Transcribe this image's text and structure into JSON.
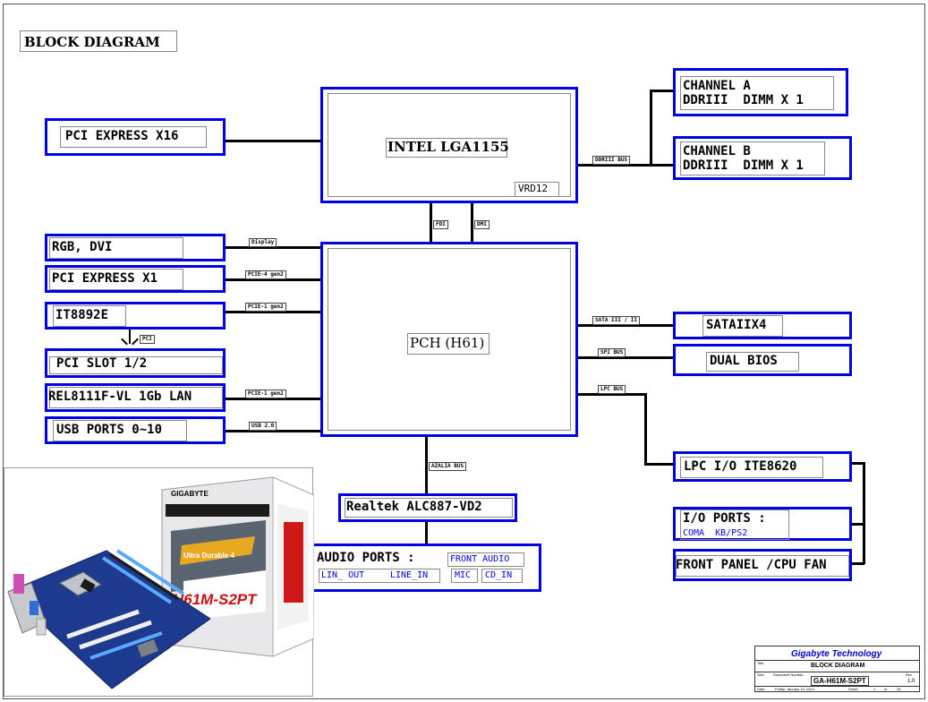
{
  "diagram": {
    "title": "BLOCK DIAGRAM",
    "cpu": {
      "label": "INTEL LGA1155",
      "sub": "VRD12"
    },
    "pch": {
      "label": "PCH (H61)"
    },
    "left_blocks": [
      {
        "key": "pcie16",
        "label": "PCI EXPRESS X16"
      },
      {
        "key": "rgb",
        "label": "RGB, DVI"
      },
      {
        "key": "pcie1",
        "label": "PCI EXPRESS X1"
      },
      {
        "key": "it8892",
        "label": "IT8892E"
      },
      {
        "key": "pcislot",
        "label": "PCI SLOT 1/2"
      },
      {
        "key": "lan",
        "label": "REL8111F-VL 1Gb LAN"
      },
      {
        "key": "usb",
        "label": "USB PORTS 0~10"
      }
    ],
    "right_blocks": {
      "chan_a": [
        "CHANNEL A",
        "DDRIII  DIMM X 1"
      ],
      "chan_b": [
        "CHANNEL B",
        "DDRIII  DIMM X 1"
      ],
      "sata": "SATAIIX4",
      "bios": "DUAL BIOS",
      "lpc": "LPC I/O ITE8620",
      "io_ports": "I/O PORTS :",
      "io_sub": "COMA  KB/PS2",
      "front_panel": "FRONT PANEL /CPU FAN"
    },
    "audio": {
      "codec": "Realtek ALC887-VD2",
      "ports": "AUDIO PORTS :",
      "front_audio": "FRONT AUDIO",
      "lin_out": "LIN_ OUT",
      "line_in": "LINE_IN",
      "mic": "MIC",
      "cd_in": "CD_IN"
    },
    "bus_tags": {
      "ddriii": "DDRIII BUS",
      "fdi": "FDI",
      "dmi": "DMI",
      "display": "Display",
      "pcie4": "PCIE-4 gen2",
      "pcie1a": "PCIE-1 gen2",
      "pci": "PCI",
      "pcie1b": "PCIE-1 gen2",
      "usb": "USB 2.0",
      "sata": "SATA III / II",
      "spi": "SPI BUS",
      "lpc": "LPC BUS",
      "azalia": "AZALIA BUS"
    },
    "product": {
      "brand": "GIGABYTE",
      "model": "H61M-S2PT",
      "badge": "Ultra Durable 4"
    },
    "title_block": {
      "company": "Gigabyte Technology",
      "title_label": "Title",
      "doc_label": "Document Number",
      "size_label": "Size",
      "rev_label": "Rev",
      "date_label": "Date",
      "sheet_label": "Sheet",
      "of_label": "of",
      "title": "BLOCK DIAGRAM",
      "doc": "GA-H61M-S2PT",
      "rev": "1.0",
      "date": "Friday, January 10, 2014",
      "sheet_no": "1",
      "sheet_total": "33"
    },
    "colors": {
      "block_border": "#0000e0",
      "wire": "#000000",
      "small_text": "#0000e0"
    }
  }
}
